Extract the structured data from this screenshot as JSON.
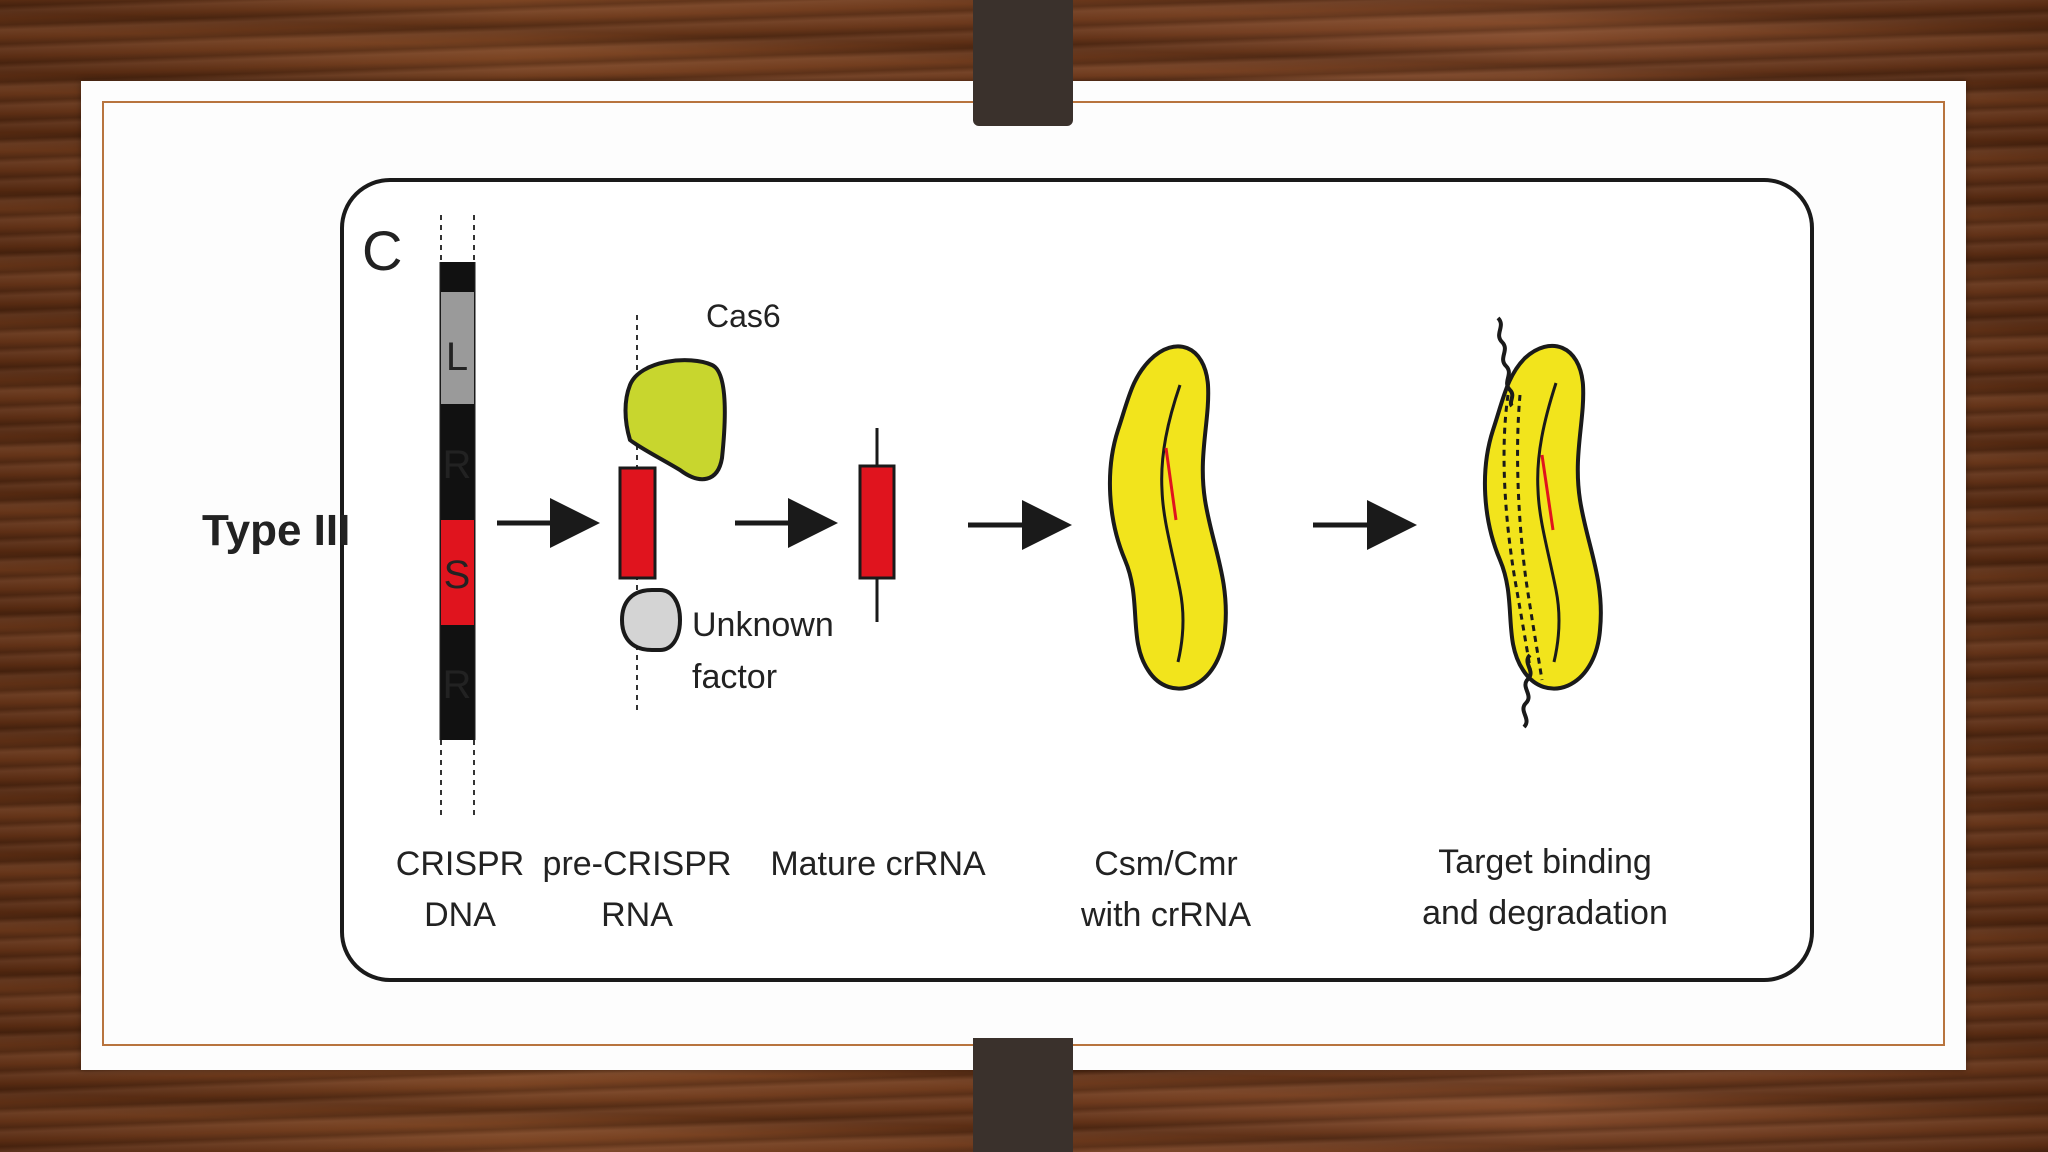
{
  "panel_letter": "C",
  "row_label": "Type III",
  "crispr_segments": [
    "L",
    "R",
    "S",
    "R"
  ],
  "protein_labels": {
    "cas6": "Cas6",
    "unknown_factor_line1": "Unknown",
    "unknown_factor_line2": "factor"
  },
  "stages": [
    {
      "line1": "CRISPR",
      "line2": "DNA"
    },
    {
      "line1": "pre-CRISPR",
      "line2": "RNA"
    },
    {
      "line1": "Mature crRNA",
      "line2": ""
    },
    {
      "line1": "Csm/Cmr",
      "line2": "with crRNA"
    },
    {
      "line1": "Target binding",
      "line2": "and degradation"
    }
  ],
  "colors": {
    "spacer_red": "#e0141e",
    "leader_gray": "#9a9a9a",
    "cas6_green": "#c8d62e",
    "complex_yellow": "#f2e41c",
    "unknown_gray": "#d4d4d4",
    "card_border": "#b8743e"
  }
}
